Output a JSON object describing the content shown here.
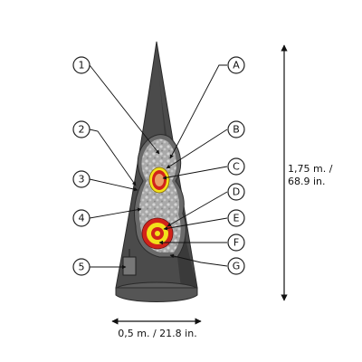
{
  "labels": {
    "left": [
      "1",
      "2",
      "3",
      "4",
      "5"
    ],
    "right": [
      "A",
      "B",
      "C",
      "D",
      "E",
      "F",
      "G"
    ]
  },
  "dimensions": {
    "height_line1": "1,75 m. /",
    "height_line2": "68.9 in.",
    "width": "0,5 m. / 21.8 in."
  },
  "colors": {
    "cone_dark": "#444444",
    "cone_mid": "#5a5a5a",
    "filler_gray": "#b8b8b8",
    "core_red": "#d2231a",
    "core_yellow": "#f2e21b",
    "core_orange": "#e8a06a"
  }
}
